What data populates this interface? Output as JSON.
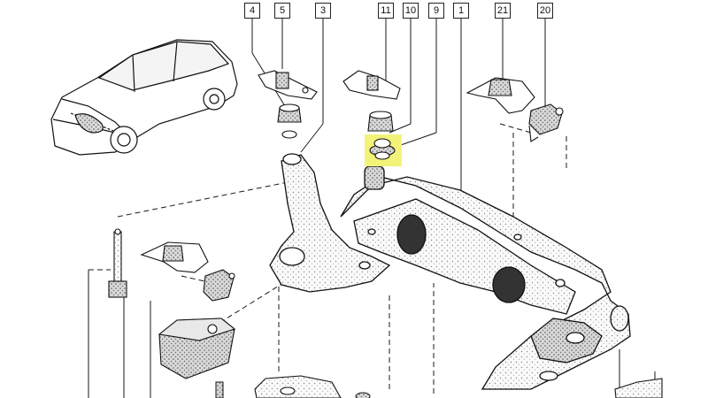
{
  "diagram": {
    "callouts": [
      "4",
      "5",
      "3",
      "11",
      "10",
      "9",
      "1",
      "21",
      "20"
    ],
    "highlight_color": "#f3f37a",
    "line_color": "#1a1a1a"
  }
}
